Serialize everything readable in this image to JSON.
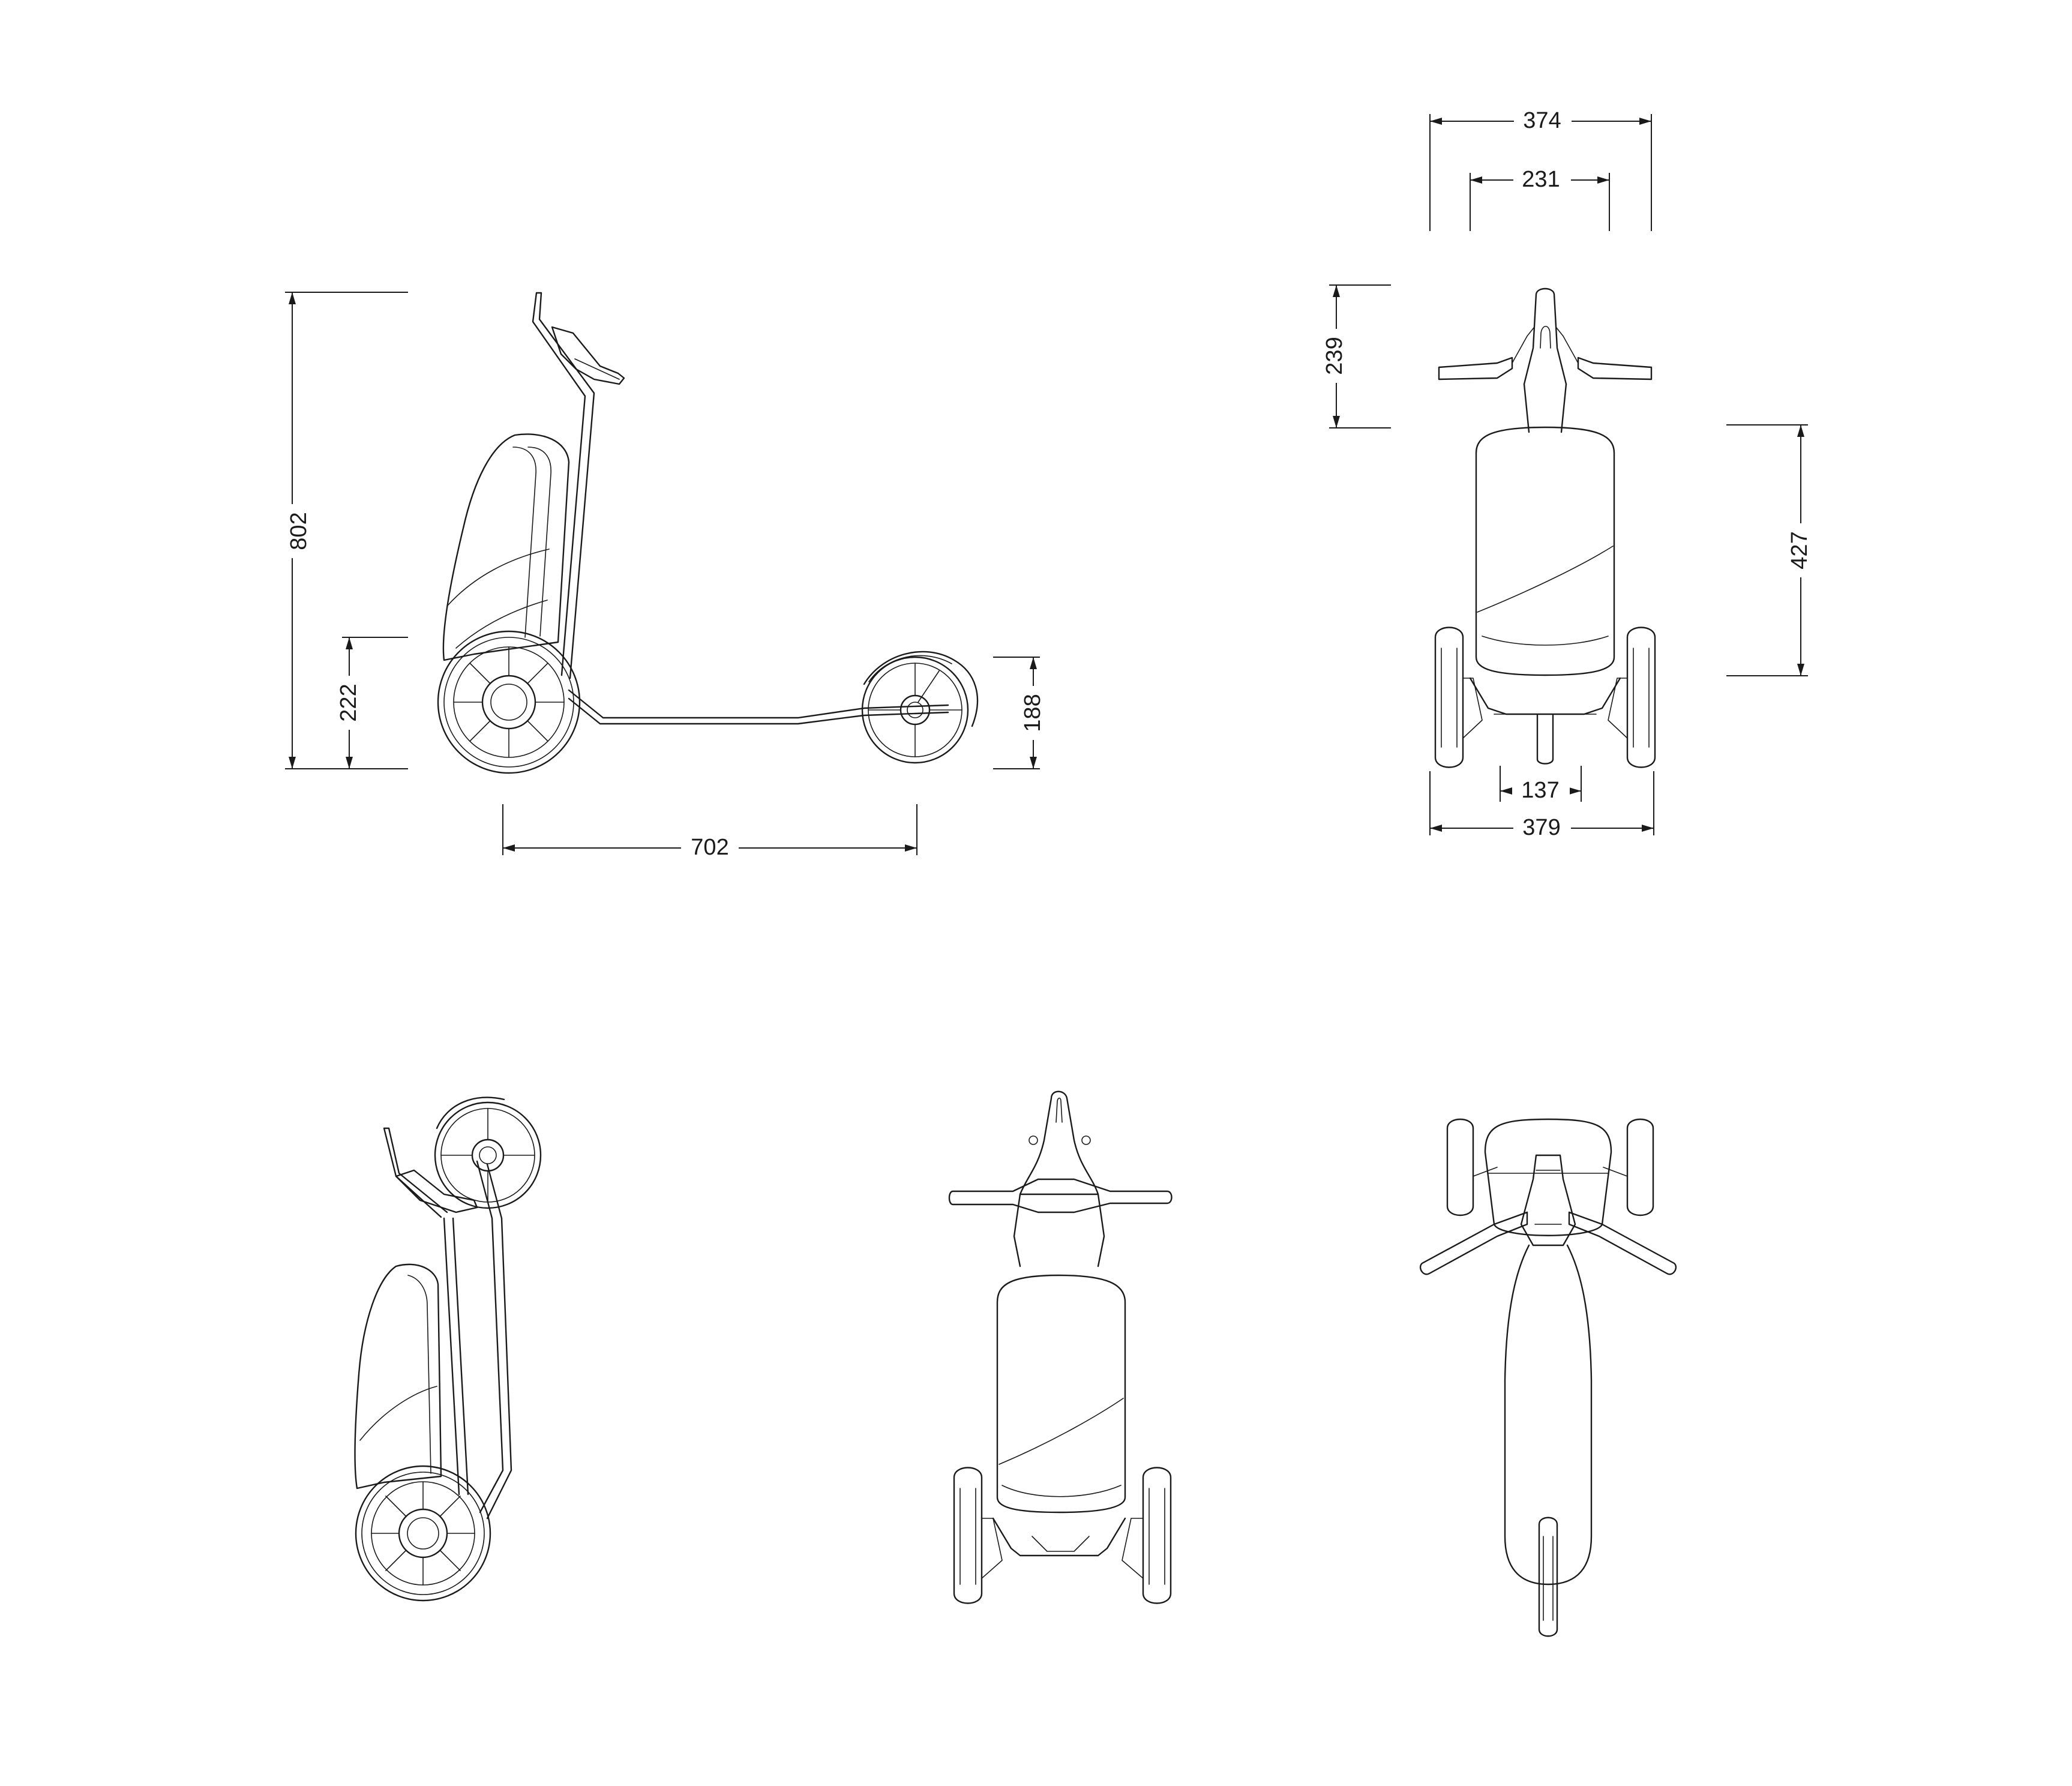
{
  "dimensions": {
    "side_overall_height": "802",
    "side_deck_height": "222",
    "side_rear_wheel_height": "188",
    "side_length": "702",
    "front_overall_width": "374",
    "front_inner_width": "231",
    "front_handlebar_height": "239",
    "front_body_height": "427",
    "front_rear_track": "137",
    "front_wheel_track": "379"
  },
  "colors": {
    "line": "#1a1a1a",
    "background": "#ffffff"
  }
}
